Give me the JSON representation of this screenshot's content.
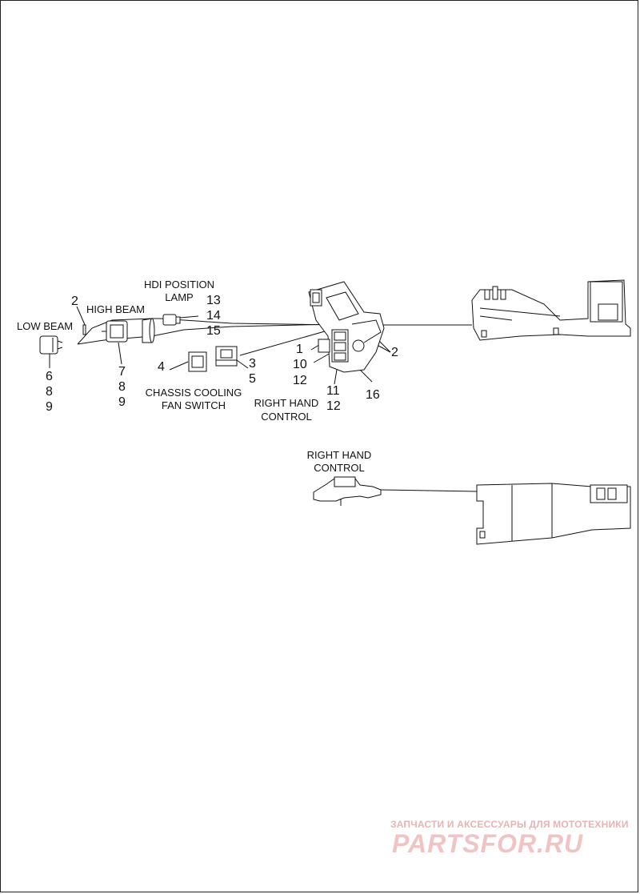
{
  "labels": {
    "low_beam": "LOW BEAM",
    "high_beam": "HIGH BEAM",
    "hdi_position_lamp_line1": "HDI POSITION",
    "hdi_position_lamp_line2": "LAMP",
    "chassis_cooling_line1": "CHASSIS COOLING",
    "chassis_cooling_line2": "FAN SWITCH",
    "right_hand_control_line1": "RIGHT HAND",
    "right_hand_control_line2": "CONTROL",
    "right_hand_control_2_line1": "RIGHT HAND",
    "right_hand_control_2_line2": "CONTROL"
  },
  "callouts": {
    "c2_left": "2",
    "c6": "6",
    "c8a": "8",
    "c9a": "9",
    "c7": "7",
    "c8b": "8",
    "c9b": "9",
    "c13": "13",
    "c14": "14",
    "c15": "15",
    "c4": "4",
    "c3": "3",
    "c5": "5",
    "c1": "1",
    "c10": "10",
    "c12a": "12",
    "c11": "11",
    "c12b": "12",
    "c16": "16",
    "c2_right": "2"
  },
  "watermark": {
    "line1": "ЗАПЧАСТИ И АКСЕССУАРЫ ДЛЯ МОТОТЕХНИКИ",
    "line2": "PARTSFOR.RU"
  }
}
